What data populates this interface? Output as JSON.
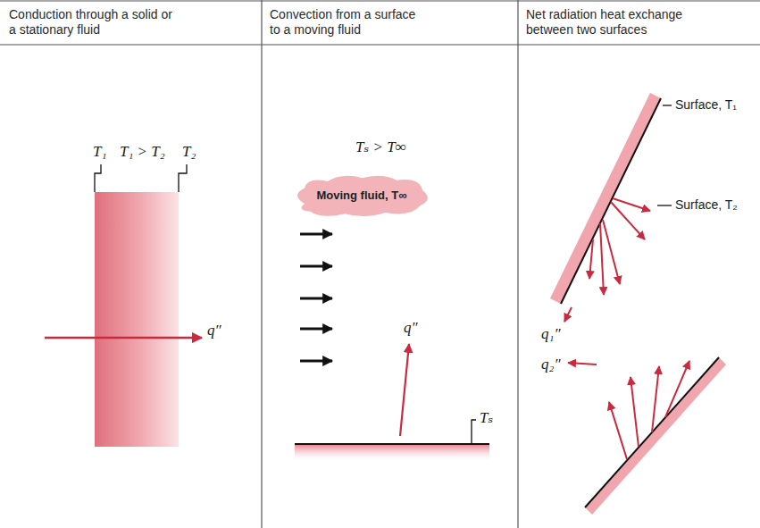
{
  "diagram": {
    "nodes": [
      {
        "text": [
          "Moving fluid, T∞"
        ]
      }
    ],
    "labels": [
      "Conduction through a solid or a stationary fluid",
      "Convection from a surface to a moving fluid",
      "Net radiation heat exchange between two surfaces",
      "T₁",
      "T₁ > T₂",
      "T₂",
      "q″",
      "Tₛ > T∞",
      "q″",
      "Tₛ",
      "Surface, T₁",
      "Surface, T₂",
      "q₁″",
      "q₂″"
    ]
  }
}
